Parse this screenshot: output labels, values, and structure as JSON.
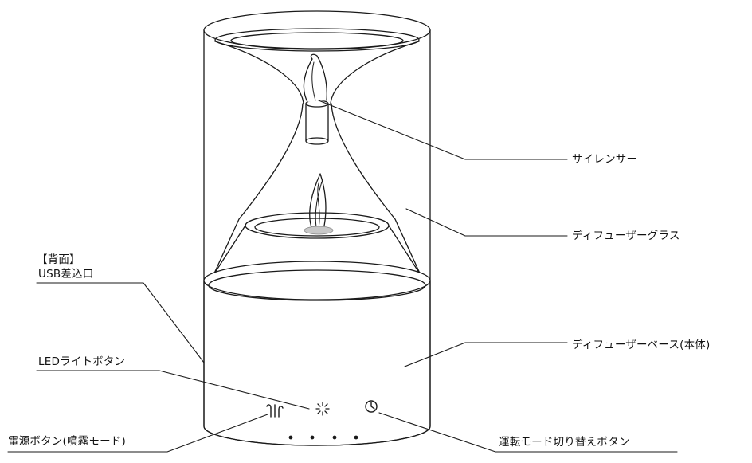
{
  "labels": {
    "silencer": "サイレンサー",
    "diffuser_glass": "ディフューザーグラス",
    "diffuser_base": "ディフューザーベース(本体)",
    "back_note": "【背面】",
    "usb_port": "USB差込口",
    "led_button": "LEDライトボタン",
    "power_button": "電源ボタン(噴霧モード)",
    "mode_button": "運転モード切り替えボタン"
  },
  "colors": {
    "line": "#1a1a1a",
    "fill": "#ffffff",
    "shade": "#c8c8c8"
  },
  "icons": [
    "mist-icon",
    "led-sparkle-icon",
    "timer-clock-icon"
  ]
}
